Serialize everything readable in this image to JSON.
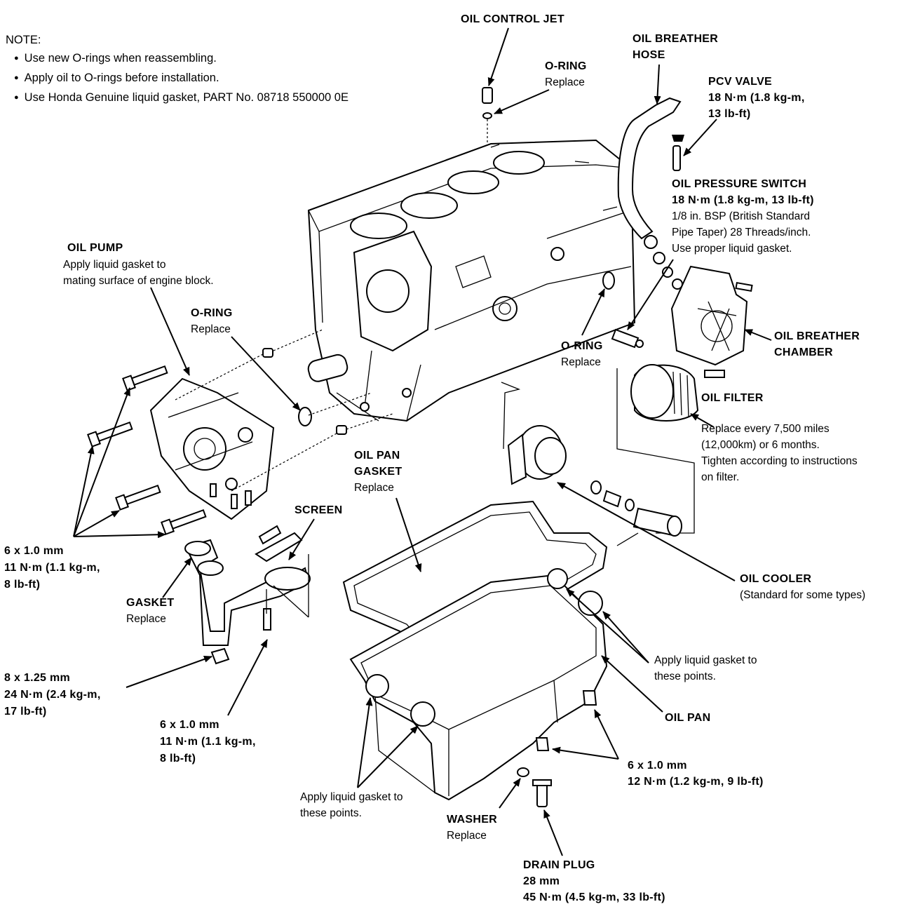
{
  "note": {
    "title": "NOTE:",
    "items": [
      "Use new O-rings when reassembling.",
      "Apply oil to O-rings before installation.",
      "Use Honda Genuine liquid gasket, PART No. 08718  550000 0E"
    ]
  },
  "labels": {
    "oil_control_jet": {
      "title": "OIL CONTROL JET"
    },
    "o_ring_top": {
      "title": "O-RING",
      "sub": "Replace"
    },
    "oil_breather_hose": {
      "title1": "OIL BREATHER",
      "title2": "HOSE"
    },
    "pcv_valve": {
      "title": "PCV VALVE",
      "line1": "18 N·m (1.8 kg-m,",
      "line2": "13 lb-ft)"
    },
    "oil_pressure_switch": {
      "title": "OIL PRESSURE SWITCH",
      "line1": "18 N·m (1.8 kg-m, 13 lb-ft)",
      "line2": "1/8 in. BSP (British Standard",
      "line3": "Pipe Taper) 28 Threads/inch.",
      "line4": "Use proper liquid gasket."
    },
    "oil_pump": {
      "title": "OIL PUMP",
      "line1": "Apply liquid gasket to",
      "line2": "mating surface of engine block."
    },
    "o_ring_left": {
      "title": "O-RING",
      "sub": "Replace"
    },
    "o_ring_mid": {
      "title": "O-RING",
      "sub": "Replace"
    },
    "oil_breather_chamber": {
      "title1": "OIL BREATHER",
      "title2": "CHAMBER"
    },
    "oil_filter": {
      "title": "OIL FILTER",
      "line1": "Replace every 7,500 miles",
      "line2": "(12,000km) or 6 months.",
      "line3": "Tighten according to instructions",
      "line4": "on filter."
    },
    "oil_pan_gasket": {
      "title1": "OIL PAN",
      "title2": "GASKET",
      "sub": "Replace"
    },
    "screen": {
      "title": "SCREEN"
    },
    "bolt_6x1_left": {
      "line1": "6 x 1.0 mm",
      "line2": "11 N·m (1.1 kg-m,",
      "line3": "8 lb-ft)"
    },
    "gasket": {
      "title": "GASKET",
      "sub": "Replace"
    },
    "oil_cooler": {
      "title": "OIL COOLER",
      "sub": "(Standard for some types)"
    },
    "bolt_8x125": {
      "line1": "8 x 1.25 mm",
      "line2": "24 N·m (2.4 kg-m,",
      "line3": "17 lb-ft)"
    },
    "bolt_6x1_bottom": {
      "line1": "6 x 1.0 mm",
      "line2": "11 N·m (1.1 kg-m,",
      "line3": "8 lb-ft)"
    },
    "apply_right": {
      "line1": "Apply liquid gasket to",
      "line2": "these points."
    },
    "oil_pan": {
      "title": "OIL PAN"
    },
    "bolt_6x1_pan": {
      "line1": "6 x 1.0 mm",
      "line2": "12 N·m (1.2 kg-m,  9 lb-ft)"
    },
    "apply_bottom": {
      "line1": "Apply liquid gasket to",
      "line2": "these points."
    },
    "washer": {
      "title": "WASHER",
      "sub": "Replace"
    },
    "drain_plug": {
      "title": "DRAIN PLUG",
      "line1": "28 mm",
      "line2": "45 N·m (4.5 kg-m, 33 lb-ft)"
    }
  }
}
